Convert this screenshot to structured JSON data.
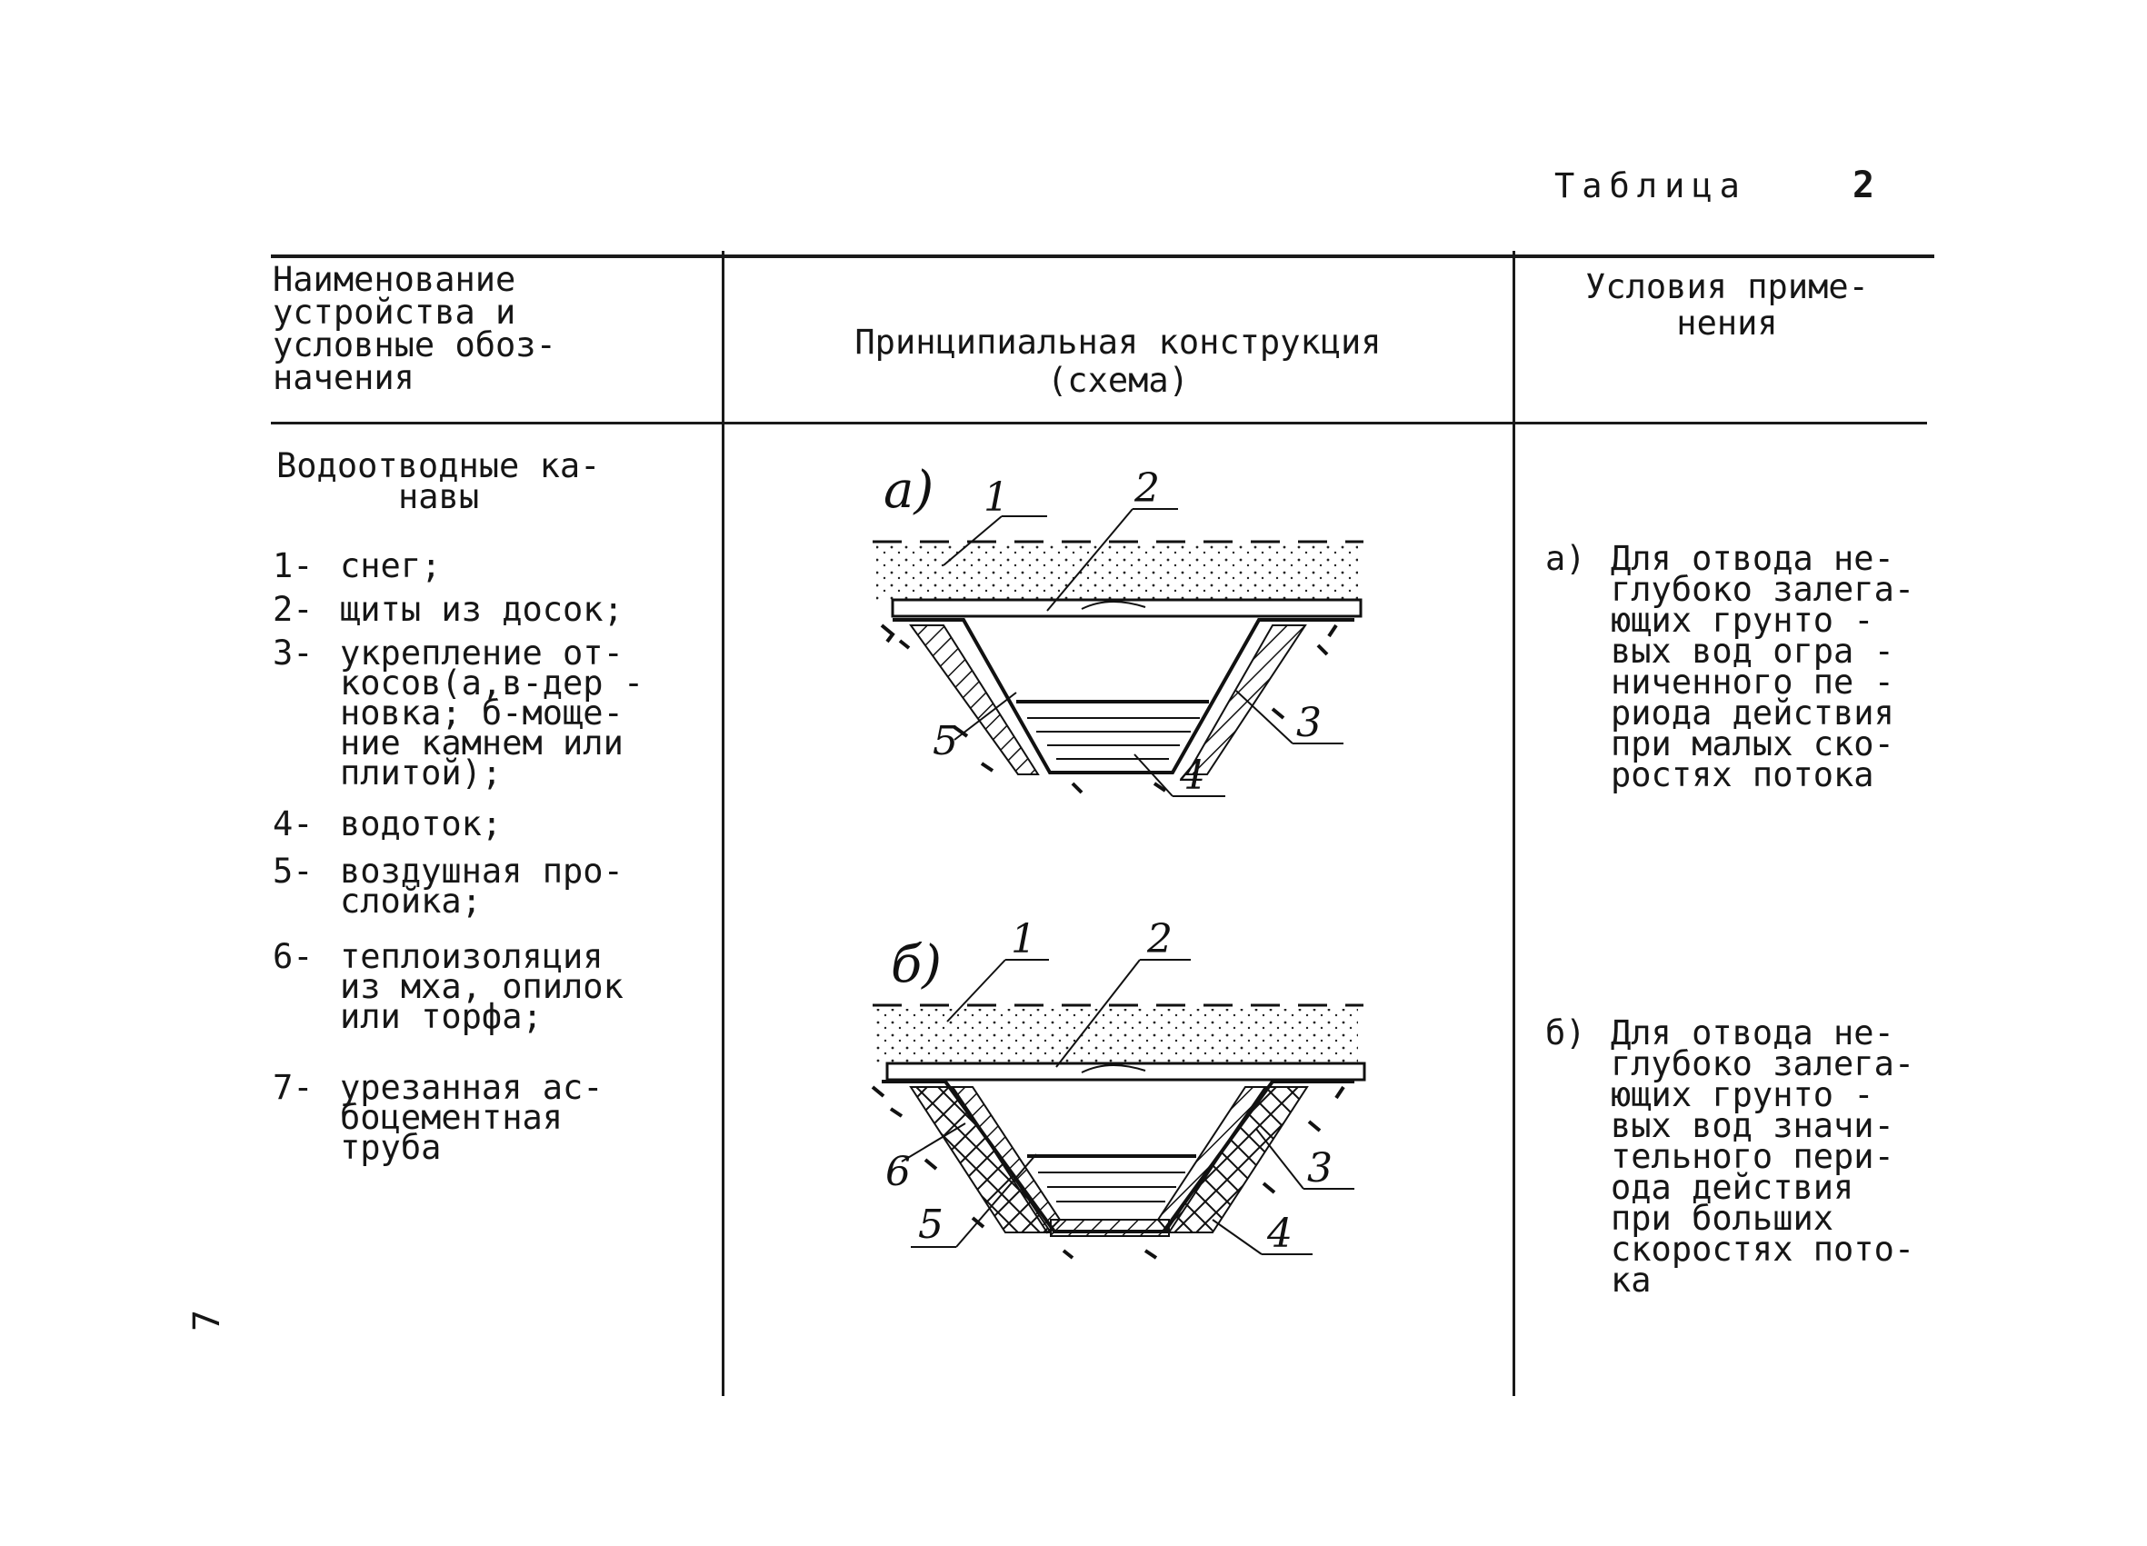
{
  "table_label": "Таблица",
  "table_number": "2",
  "headers": {
    "col1": [
      "Наименование",
      "устройства и",
      "условные обоз-",
      "начения"
    ],
    "col2": [
      "Принципиальная конструкция",
      "(схема)"
    ],
    "col3": [
      "Условия приме-",
      "нения"
    ]
  },
  "device": {
    "name": [
      "Водоотводные ка-",
      "навы"
    ],
    "legend": [
      {
        "num": "1-",
        "text": [
          "снег;"
        ]
      },
      {
        "num": "2-",
        "text": [
          "щиты из досок;"
        ]
      },
      {
        "num": "3-",
        "text": [
          "укрепление от-",
          "косов(а,в-дер -",
          "новка; б-моще-",
          "ние камнем или",
          "плитой);"
        ]
      },
      {
        "num": "4-",
        "text": [
          "водоток;"
        ]
      },
      {
        "num": "5-",
        "text": [
          "воздушная про-",
          "слойка;"
        ]
      },
      {
        "num": "6-",
        "text": [
          "теплоизоляция",
          "из мха, опилок",
          "или торфа;"
        ]
      },
      {
        "num": "7-",
        "text": [
          "урезанная ас-",
          "боцементная",
          "труба"
        ]
      }
    ]
  },
  "diagrams": {
    "a": {
      "label": "а)",
      "callouts": [
        "1",
        "2",
        "3",
        "4",
        "5"
      ]
    },
    "b": {
      "label": "б)",
      "callouts": [
        "1",
        "2",
        "3",
        "4",
        "5",
        "6"
      ]
    }
  },
  "conditions": [
    {
      "num": "а)",
      "text": [
        "Для отвода не-",
        "глубоко залега-",
        "ющих грунто  -",
        "вых вод огра -",
        "ниченного пе -",
        "риода действия",
        "при малых ско-",
        "ростях потока"
      ]
    },
    {
      "num": "б)",
      "text": [
        "Для отвода не-",
        "глубоко залега-",
        "ющих грунто  -",
        "вых вод значи-",
        "тельного пери-",
        "ода действия",
        "при больших",
        "скоростях пото-",
        "ка"
      ]
    }
  ],
  "page_number": "7"
}
